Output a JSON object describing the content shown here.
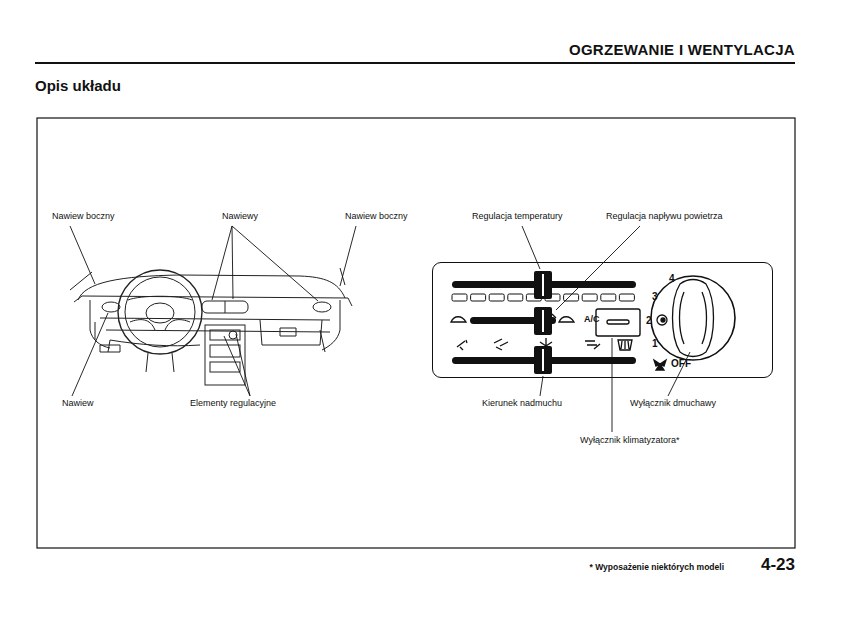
{
  "diagram": {
    "title": "OGRZEWANIE I WENTYLACJA",
    "nodes": [
      {
        "text": [
          "4",
          "3",
          "2",
          "1",
          "OFF",
          "A/C"
        ]
      }
    ],
    "labels": [
      "Opis układu",
      "Nawiew boczny",
      "Nawiewy",
      "Nawiew boczny",
      "Regulacja temperatury",
      "Regulacja napływu powietrza",
      "Nawiew",
      "Elementy regulacyjne",
      "Kierunek nadmuchu",
      "Wyłącznik dmuchawy",
      "Wyłącznik klimatyzatora*",
      "* Wyposażenie niektórych modeli",
      "4-23"
    ]
  }
}
